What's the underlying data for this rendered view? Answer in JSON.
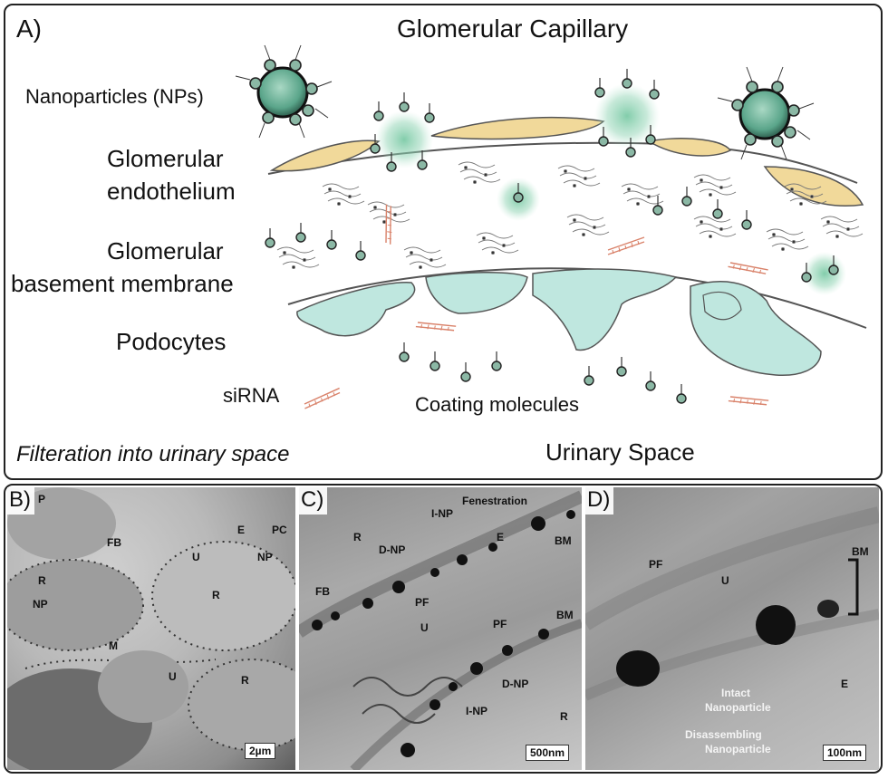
{
  "panel_a": {
    "label": "A)",
    "title": "Glomerular Capillary",
    "labels": {
      "nanoparticles": "Nanoparticles (NPs)",
      "endothelium_1": "Glomerular",
      "endothelium_2": "endothelium",
      "gbm_1": "Glomerular",
      "gbm_2": "basement membrane",
      "podocytes": "Podocytes",
      "sirna": "siRNA",
      "coating": "Coating molecules",
      "filtration": "Filteration into urinary space",
      "urinary": "Urinary Space"
    }
  },
  "panel_b": {
    "label": "B)",
    "markers": {
      "p": "P",
      "fb": "FB",
      "e": "E",
      "pc": "PC",
      "np_top": "NP",
      "u_top": "U",
      "r_left": "R",
      "r_mid": "R",
      "np_left": "NP",
      "m": "M",
      "u_bottom": "U",
      "r_bottom": "R"
    },
    "scale": "2µm"
  },
  "panel_c": {
    "label": "C)",
    "markers": {
      "r_top": "R",
      "fenestration": "Fenestration",
      "inp_top": "I-NP",
      "dnp_top": "D-NP",
      "e": "E",
      "bm_top": "BM",
      "fb": "FB",
      "pf_1": "PF",
      "u": "U",
      "pf_2": "PF",
      "bm_mid": "BM",
      "dnp_bottom": "D-NP",
      "inp_bottom": "I-NP",
      "r_bottom": "R"
    },
    "scale": "500nm"
  },
  "panel_d": {
    "label": "D)",
    "markers": {
      "pf": "PF",
      "u": "U",
      "bm": "BM",
      "e": "E",
      "intact_1": "Intact",
      "intact_2": "Nanoparticle",
      "disassembling_1": "Disassembling",
      "disassembling_2": "Nanoparticle"
    },
    "scale": "100nm"
  }
}
